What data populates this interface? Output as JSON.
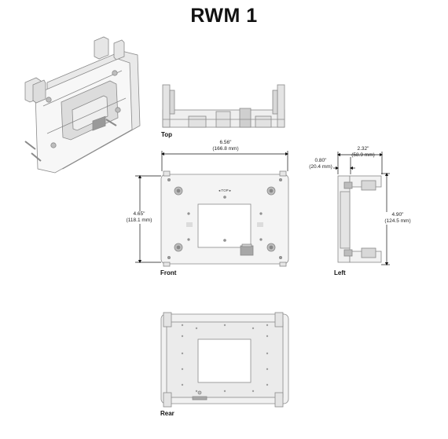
{
  "title": "RWM 1",
  "views": {
    "top": "Top",
    "front": "Front",
    "left": "Left",
    "rear": "Rear"
  },
  "dimensions": {
    "width_in": "6.56\"",
    "width_mm": "(166.8 mm)",
    "height_in": "4.65\"",
    "height_mm": "(118.1 mm)",
    "depth_in": "2.32\"",
    "depth_mm": "(58.9 mm)",
    "flange_in": "0.80\"",
    "flange_mm": "(20.4 mm)",
    "overall_h_in": "4.90\"",
    "overall_h_mm": "(124.5 mm)"
  },
  "front_marks": {
    "top_arrow": "◂ TOP ▸"
  }
}
